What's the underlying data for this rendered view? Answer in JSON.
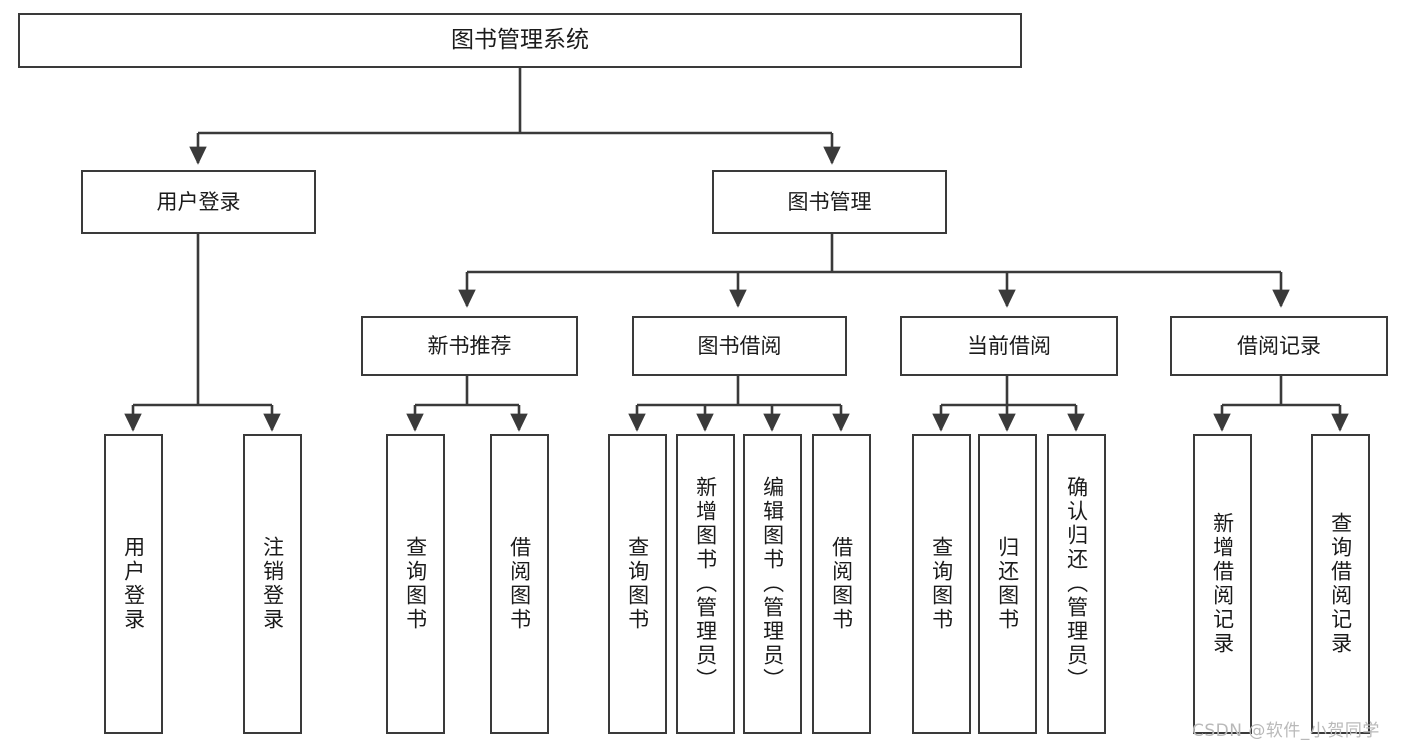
{
  "diagram": {
    "title": "图书管理系统",
    "type": "functional-structure-tree",
    "background_color": "#ffffff",
    "line_color": "#3a3a3a",
    "text_color": "#1b1b1b",
    "root": {
      "id": "root",
      "label": "图书管理系统",
      "orientation": "horizontal"
    },
    "level2": [
      {
        "id": "user-login",
        "label": "用户登录",
        "orientation": "horizontal"
      },
      {
        "id": "book-manage",
        "label": "图书管理",
        "orientation": "horizontal"
      }
    ],
    "level3": [
      {
        "id": "new-book-recommend",
        "label": "新书推荐",
        "orientation": "horizontal"
      },
      {
        "id": "book-borrow",
        "label": "图书借阅",
        "orientation": "horizontal"
      },
      {
        "id": "current-borrow",
        "label": "当前借阅",
        "orientation": "horizontal"
      },
      {
        "id": "borrow-record",
        "label": "借阅记录",
        "orientation": "horizontal"
      }
    ],
    "leaves": {
      "user-login": [
        {
          "id": "leaf-user-login",
          "label": "用户登录",
          "orientation": "vertical"
        },
        {
          "id": "leaf-logout-login",
          "label": "注销登录",
          "orientation": "vertical"
        }
      ],
      "new-book-recommend": [
        {
          "id": "leaf-query-book-1",
          "label": "查询图书",
          "orientation": "vertical"
        },
        {
          "id": "leaf-borrow-book-1",
          "label": "借阅图书",
          "orientation": "vertical"
        }
      ],
      "book-borrow": [
        {
          "id": "leaf-query-book-2",
          "label": "查询图书",
          "orientation": "vertical"
        },
        {
          "id": "leaf-add-book",
          "label": "新增图书（管理员）",
          "orientation": "vertical"
        },
        {
          "id": "leaf-edit-book",
          "label": "编辑图书（管理员）",
          "orientation": "vertical"
        },
        {
          "id": "leaf-borrow-book-2",
          "label": "借阅图书",
          "orientation": "vertical"
        }
      ],
      "current-borrow": [
        {
          "id": "leaf-query-book-3",
          "label": "查询图书",
          "orientation": "vertical"
        },
        {
          "id": "leaf-return-book",
          "label": "归还图书",
          "orientation": "vertical"
        },
        {
          "id": "leaf-confirm-return",
          "label": "确认归还（管理员）",
          "orientation": "vertical"
        }
      ],
      "borrow-record": [
        {
          "id": "leaf-add-record",
          "label": "新增借阅记录",
          "orientation": "vertical"
        },
        {
          "id": "leaf-query-record",
          "label": "查询借阅记录",
          "orientation": "vertical"
        }
      ]
    },
    "watermark": "CSDN @软件_小贺同学"
  }
}
